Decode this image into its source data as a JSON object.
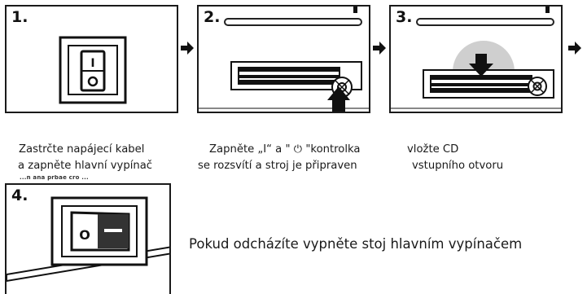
{
  "steps": [
    {
      "number": "1.",
      "caption_line1": "Zastrčte napájecí kabel",
      "caption_line2": "a zapněte hlavní vypínač",
      "icon": "power-switch-on"
    },
    {
      "number": "2.",
      "caption_line1": "Zapněte „I“ a \" ⏻ \"kontrolka",
      "caption_line2": "se rozsvítí a stroj je připraven",
      "icon": "cd-slot-with-button"
    },
    {
      "number": "3.",
      "caption_line1": "vložte CD",
      "caption_line2": "vstupního otvoru",
      "icon": "cd-slot-insert"
    },
    {
      "number": "4.",
      "icon": "power-switch-off"
    }
  ],
  "switch_on_glyph": "I",
  "switch_off_glyph": "O",
  "partial_text": "...n ana prbae cro ...",
  "step4_note": "Pokud odcházíte vypněte stoj hlavním vypínačem",
  "colors": {
    "ink": "#111111",
    "panel_border": "#1a1a1a",
    "disc_gray": "#cfcfcf"
  }
}
